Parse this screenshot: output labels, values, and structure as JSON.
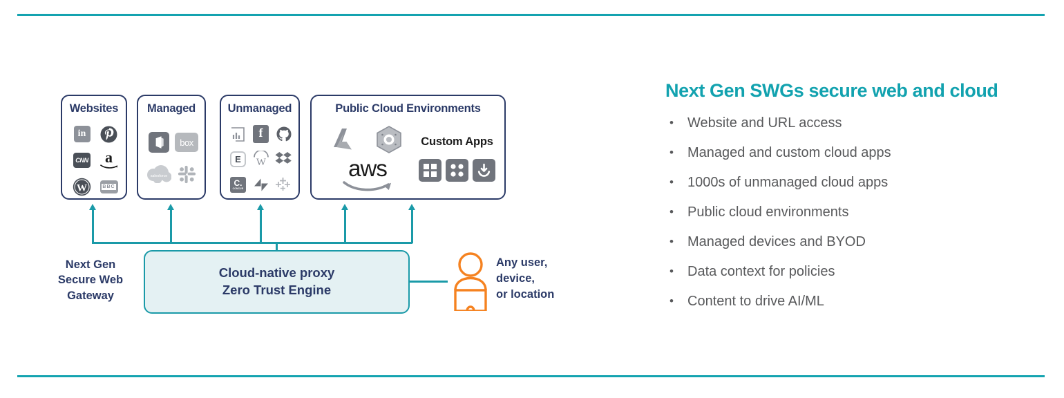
{
  "rules": {
    "color": "#14a3b0"
  },
  "diagram": {
    "categories": [
      {
        "id": "websites",
        "title": "Websites",
        "icons": [
          {
            "name": "linkedin-icon",
            "label": "in"
          },
          {
            "name": "pinterest-icon",
            "label": "P"
          },
          {
            "name": "cnn-icon",
            "label": "CNN"
          },
          {
            "name": "amazon-icon",
            "label": "a"
          },
          {
            "name": "wordpress-icon",
            "label": "W"
          },
          {
            "name": "bbc-icon",
            "label": "BBC"
          }
        ]
      },
      {
        "id": "managed",
        "title": "Managed",
        "icons": [
          {
            "name": "office365-icon",
            "label": "O"
          },
          {
            "name": "box-icon",
            "label": "box"
          },
          {
            "name": "salesforce-icon",
            "label": "salesforce"
          },
          {
            "name": "slack-icon",
            "label": "#"
          }
        ]
      },
      {
        "id": "unmanaged",
        "title": "Unmanaged",
        "icons": [
          {
            "name": "powerbi-icon",
            "label": "bi"
          },
          {
            "name": "facebook-icon",
            "label": "f"
          },
          {
            "name": "github-icon",
            "label": "gh"
          },
          {
            "name": "evernote-icon",
            "label": "E"
          },
          {
            "name": "wikipedia-icon",
            "label": "W"
          },
          {
            "name": "dropbox-icon",
            "label": "db"
          },
          {
            "name": "concur-icon",
            "label": "C."
          },
          {
            "name": "zendesk-icon",
            "label": "Z"
          },
          {
            "name": "tableau-icon",
            "label": "t"
          }
        ]
      },
      {
        "id": "public-cloud",
        "title": "Public Cloud Environments",
        "icons": [
          {
            "name": "azure-icon",
            "label": "A"
          },
          {
            "name": "google-cloud-icon",
            "label": "G"
          },
          {
            "name": "aws-icon",
            "label": "aws"
          }
        ],
        "custom_apps_label": "Custom Apps",
        "custom_icons": [
          {
            "name": "grid-app-icon",
            "label": "grid"
          },
          {
            "name": "dots-app-icon",
            "label": "dots"
          },
          {
            "name": "download-app-icon",
            "label": "download"
          }
        ]
      }
    ],
    "swg_label": "Next Gen\nSecure Web\nGateway",
    "swg_lines": [
      "Next Gen",
      "Secure Web",
      "Gateway"
    ],
    "proxy_lines": [
      "Cloud-native proxy",
      "Zero Trust Engine"
    ],
    "user_lines": [
      "Any user,",
      "device,",
      "or location"
    ],
    "accent_teal": "#1a9aa8",
    "navy": "#2b3a67",
    "orange": "#f58220",
    "proxy_fill": "#e4f1f3"
  },
  "right_panel": {
    "title": "Next Gen SWGs secure web and cloud",
    "title_color": "#12a2af",
    "bullet_char": "•",
    "bullets": [
      "Website and URL access",
      "Managed and custom cloud apps",
      "1000s of unmanaged cloud apps",
      "Public cloud environments",
      "Managed devices and BYOD",
      "Data context for policies",
      "Content to drive AI/ML"
    ]
  }
}
